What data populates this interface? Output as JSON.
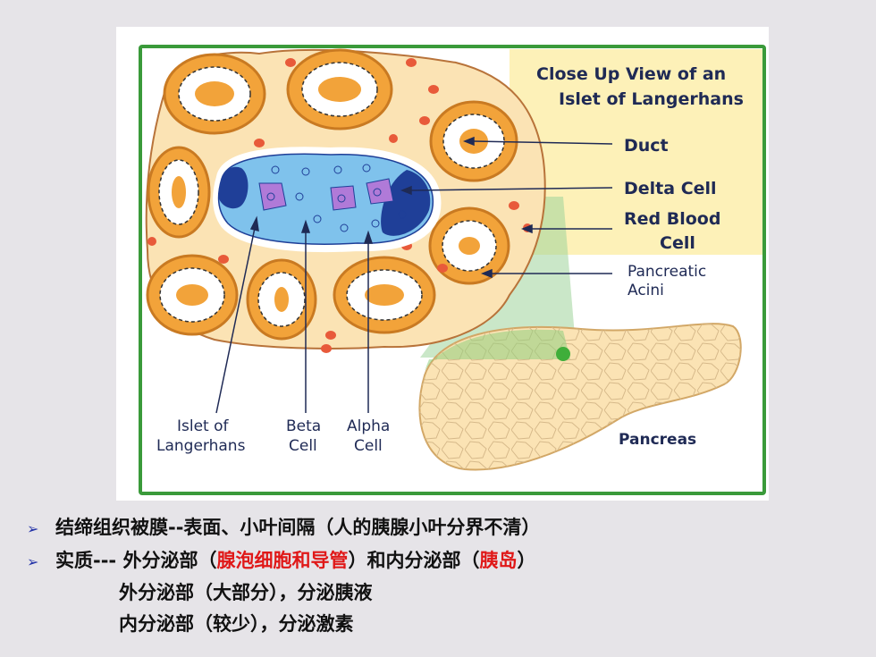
{
  "figure": {
    "labels": {
      "title_line1": "Close Up View of an",
      "title_line2": "Islet of Langerhans",
      "duct": "Duct",
      "delta_cell": "Delta Cell",
      "rbc_line1": "Red Blood",
      "rbc_line2": "Cell",
      "acini_line1": "Pancreatic",
      "acini_line2": "Acini",
      "islet_line1": "Islet of",
      "islet_line2": "Langerhans",
      "beta_line1": "Beta",
      "beta_line2": "Cell",
      "alpha_line1": "Alpha",
      "alpha_line2": "Cell",
      "pancreas": "Pancreas"
    },
    "colors": {
      "border": "#3a9a3a",
      "tissue": "#fbe3b4",
      "acinus_outline": "#c97a22",
      "acinus_center": "#f2a33a",
      "rbc": "#e85a3a",
      "delta": "#b07ad8",
      "beta": "#7fc2ec",
      "alpha": "#1f3f98",
      "label_text": "#1f2a55",
      "callout_bg": "#fdf1b8"
    }
  },
  "bullets": [
    {
      "marker": "➢",
      "parts": [
        {
          "text": "结缔组织被膜--表面、小叶间隔（人的胰腺小叶分界不清）",
          "highlight": false
        }
      ]
    },
    {
      "marker": "➢",
      "parts": [
        {
          "text": "实质--- 外分泌部（",
          "highlight": false
        },
        {
          "text": "腺泡细胞和导管",
          "highlight": true
        },
        {
          "text": "）和内分泌部（",
          "highlight": false
        },
        {
          "text": "胰岛",
          "highlight": true
        },
        {
          "text": "）",
          "highlight": false
        }
      ]
    }
  ],
  "sub_lines": [
    "外分泌部（大部分），分泌胰液",
    "内分泌部（较少），分泌激素"
  ]
}
